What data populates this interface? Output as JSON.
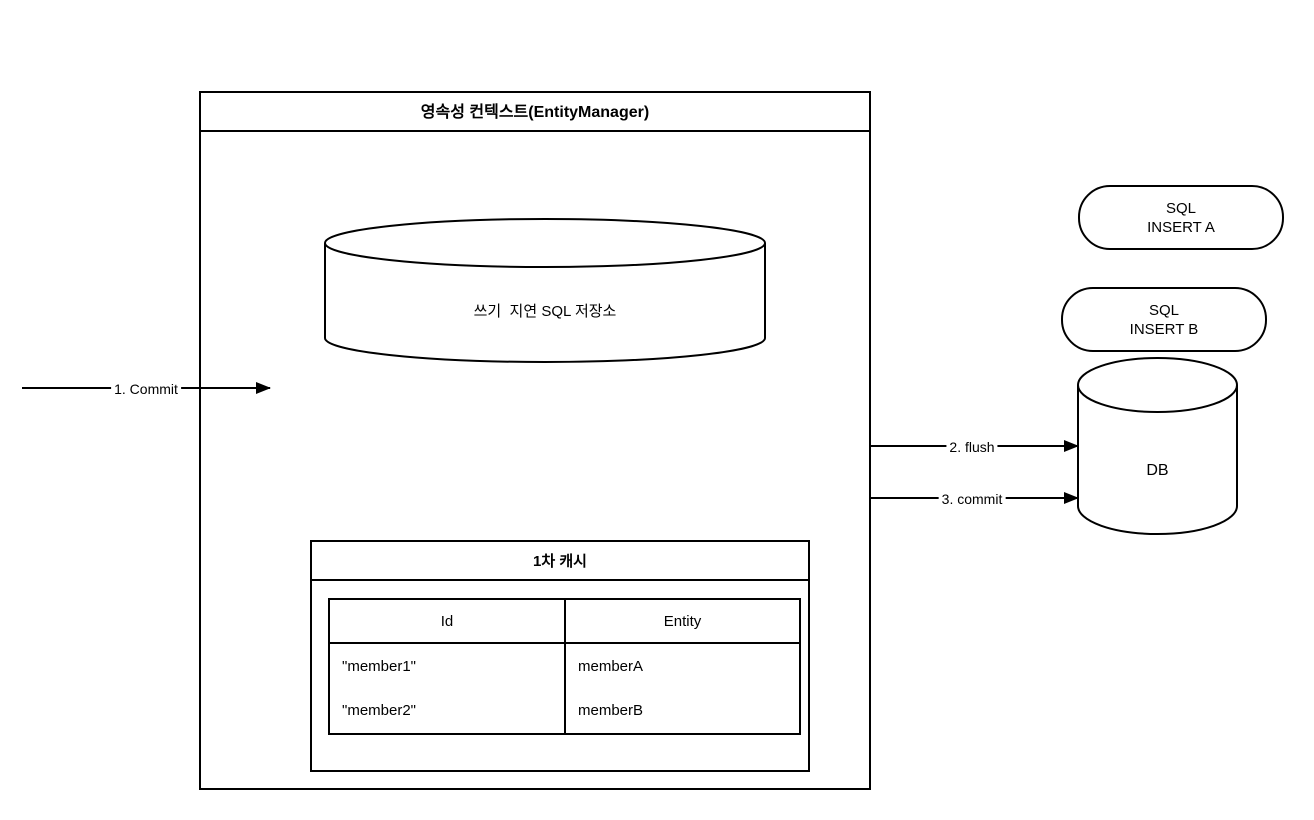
{
  "persistence_context": {
    "title": "영속성 컨텍스트(EntityManager)",
    "write_behind_sql_store": {
      "label": "쓰기  지연 SQL 저장소"
    },
    "first_level_cache": {
      "title": "1차 캐시",
      "table": {
        "columns": [
          "Id",
          "Entity"
        ],
        "rows": [
          {
            "id": "\"member1\"",
            "entity": "memberA"
          },
          {
            "id": "\"member2\"",
            "entity": "memberB"
          }
        ]
      }
    }
  },
  "flows": {
    "commit_in": "1. Commit",
    "flush": "2. flush",
    "commit_db": "3. commit"
  },
  "sql_statements": [
    {
      "line1": "SQL",
      "line2": "INSERT A"
    },
    {
      "line1": "SQL",
      "line2": "INSERT B"
    }
  ],
  "database": {
    "label": "DB"
  },
  "colors": {
    "stroke": "#000000",
    "background": "#ffffff"
  }
}
